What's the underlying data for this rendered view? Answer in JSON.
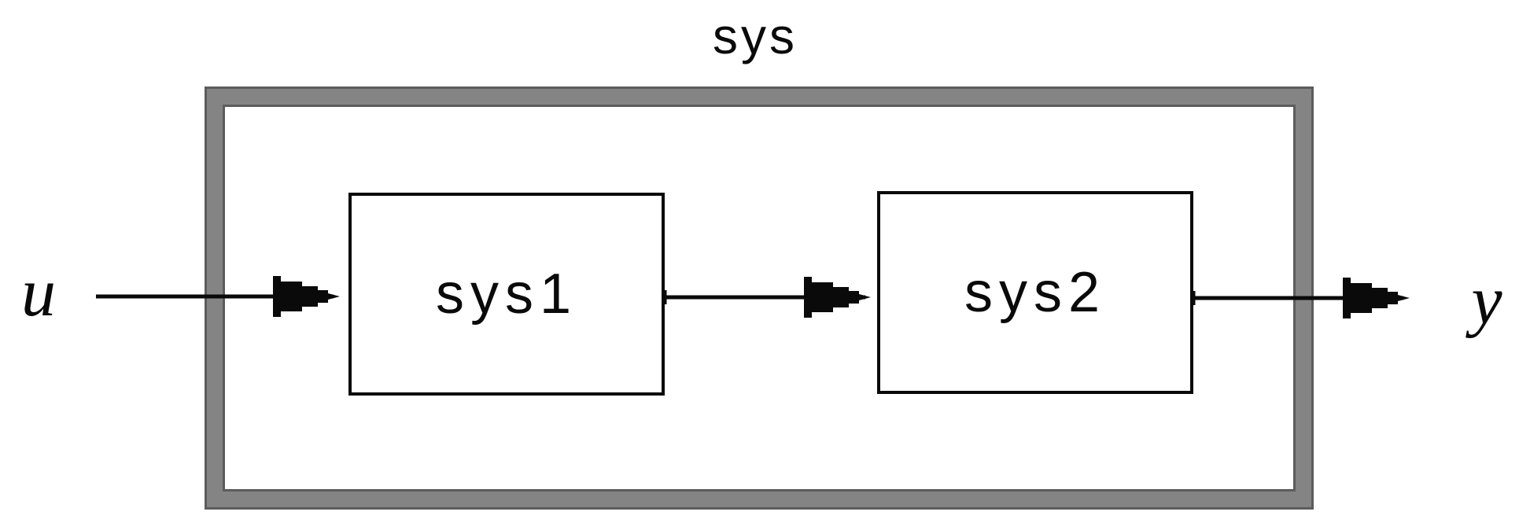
{
  "diagram": {
    "title": "sys",
    "input_label": "u",
    "output_label": "y",
    "blocks": [
      {
        "id": "sys1",
        "label": "sys1"
      },
      {
        "id": "sys2",
        "label": "sys2"
      }
    ],
    "connections": [
      {
        "from": "input u",
        "to": "sys1"
      },
      {
        "from": "sys1",
        "to": "sys2"
      },
      {
        "from": "sys2",
        "to": "output y"
      }
    ],
    "colors": {
      "background": "#ffffff",
      "frame_gray": "#848484",
      "frame_edge": "#5c5c5c",
      "ink": "#0a0a0a"
    }
  }
}
